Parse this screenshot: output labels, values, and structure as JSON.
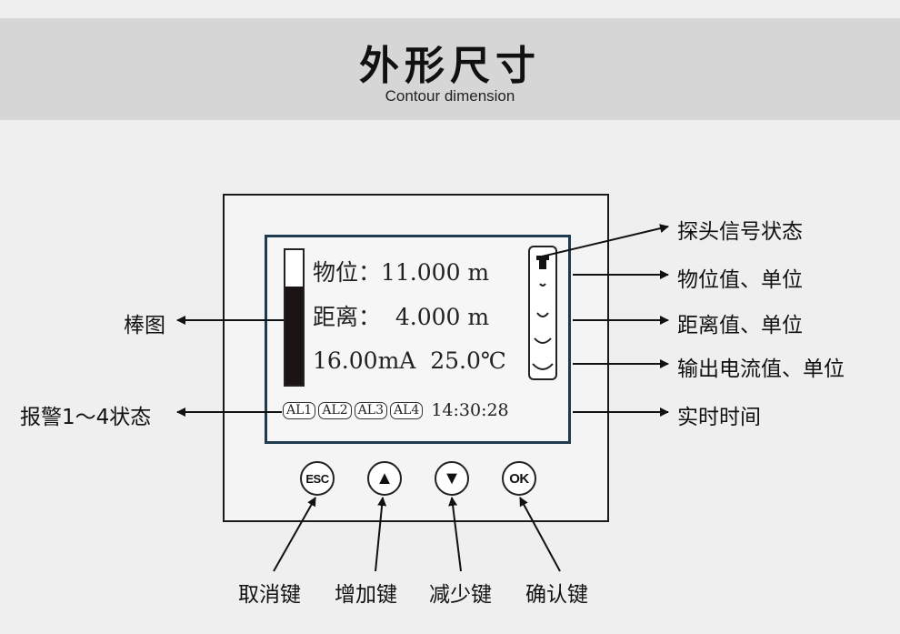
{
  "header": {
    "title": "外形尺寸",
    "subtitle": "Contour dimension"
  },
  "display": {
    "level_line": "物位：11.000 m",
    "distance_line": "距离：  4.000 m",
    "current_temp_line": "16.00mA  25.0℃",
    "alarms": [
      "AL1",
      "AL2",
      "AL3",
      "AL4"
    ],
    "time": "14:30:28",
    "bar_fill_fraction": 0.73
  },
  "buttons": {
    "esc": "ESC",
    "up": "▲",
    "down": "▼",
    "ok": "OK"
  },
  "labels": {
    "bar_graph": "棒图",
    "alarm_status": "报警1～4状态",
    "probe_signal": "探头信号状态",
    "level_value": "物位值、单位",
    "distance_value": "距离值、单位",
    "output_current": "输出电流值、单位",
    "realtime": "实时时间",
    "esc_key": "取消键",
    "up_key": "增加键",
    "down_key": "减少键",
    "ok_key": "确认键"
  },
  "colors": {
    "lcd_border": "#1f3a4d",
    "bar_fill": "#1c1414",
    "banner": "#d6d6d6"
  }
}
